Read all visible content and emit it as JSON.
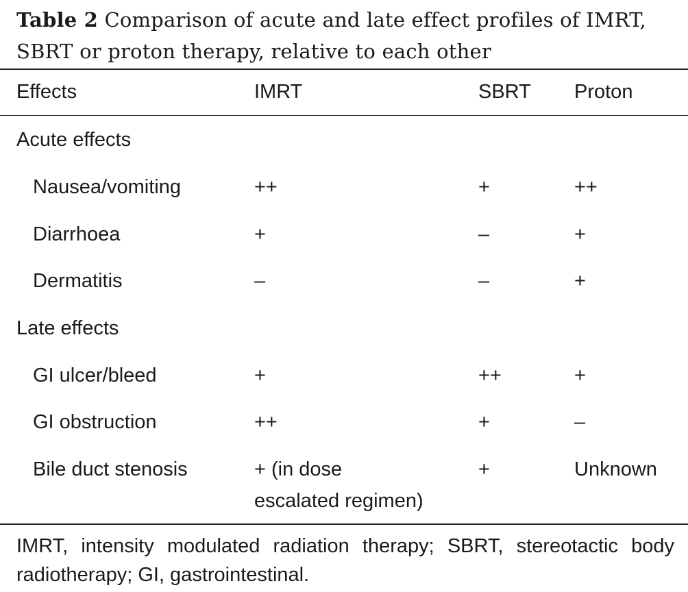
{
  "caption": {
    "label": "Table 2",
    "text": "Comparison of acute and late effect profiles of IMRT, SBRT or proton therapy, relative to each other"
  },
  "columns": [
    "Effects",
    "IMRT",
    "SBRT",
    "Proton"
  ],
  "rows": [
    {
      "type": "section",
      "label": "Acute effects"
    },
    {
      "type": "data",
      "effect": "Nausea/vomiting",
      "imrt": "++",
      "sbrt": "+",
      "proton": "++"
    },
    {
      "type": "data",
      "effect": "Diarrhoea",
      "imrt": "+",
      "sbrt": "–",
      "proton": "+"
    },
    {
      "type": "data",
      "effect": "Dermatitis",
      "imrt": "–",
      "sbrt": "–",
      "proton": "+"
    },
    {
      "type": "section",
      "label": "Late effects"
    },
    {
      "type": "data",
      "effect": "GI ulcer/bleed",
      "imrt": "+",
      "sbrt": "++",
      "proton": "+"
    },
    {
      "type": "data",
      "effect": "GI obstruction",
      "imrt": "++",
      "sbrt": "+",
      "proton": "–"
    },
    {
      "type": "data",
      "effect": "Bile duct stenosis",
      "imrt": "+ (in dose",
      "imrt_line2": "escalated regimen)",
      "sbrt": "+",
      "proton": "Unknown"
    }
  ],
  "footnote": "IMRT, intensity modulated radiation therapy; SBRT, stereotactic body radiotherapy; GI, gastrointestinal."
}
